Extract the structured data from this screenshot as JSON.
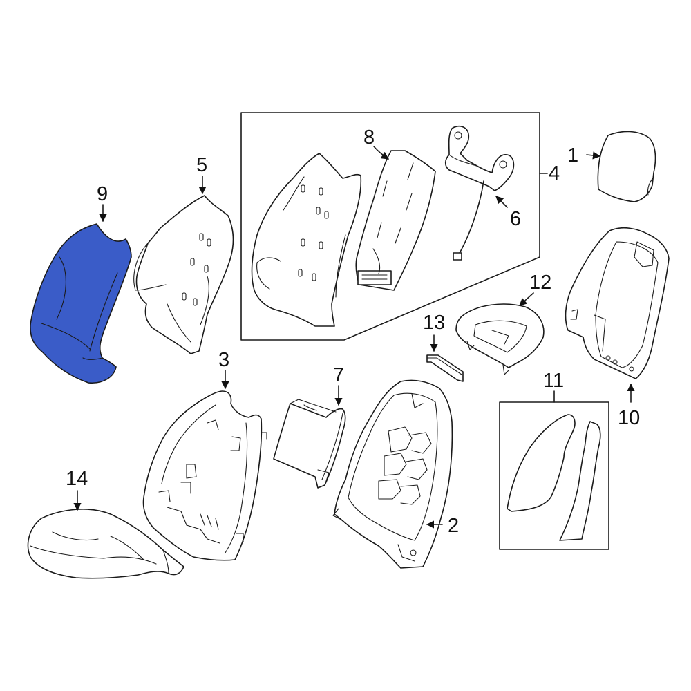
{
  "diagram": {
    "highlight_color": "#3a5cc8",
    "line_color": "#1a1a1a",
    "highlighted_part": "9",
    "callouts": {
      "c1": "1",
      "c2": "2",
      "c3": "3",
      "c4": "4",
      "c5": "5",
      "c6": "6",
      "c7": "7",
      "c8": "8",
      "c9": "9",
      "c10": "10",
      "c11": "11",
      "c12": "12",
      "c13": "13",
      "c14": "14"
    }
  }
}
